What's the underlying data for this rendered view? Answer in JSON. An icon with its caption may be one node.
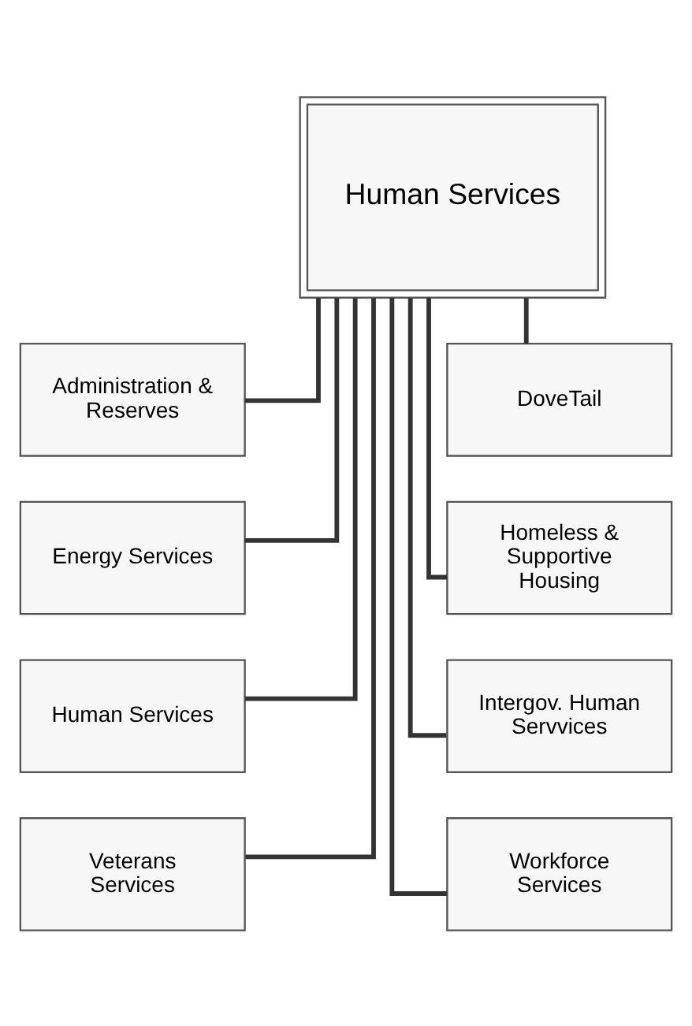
{
  "diagram": {
    "nodes": [
      {
        "text": [
          "Human Services"
        ]
      },
      {
        "text": [
          "Administration & Reserves"
        ]
      },
      {
        "text": [
          "DoveTail"
        ]
      },
      {
        "text": [
          "Energy Services"
        ]
      },
      {
        "text": [
          "Homeless & Supportive Housing"
        ]
      },
      {
        "text": [
          "Human Services"
        ]
      },
      {
        "text": [
          "Intergov. Human Servvices"
        ]
      },
      {
        "text": [
          "Veterans Services"
        ]
      },
      {
        "text": [
          "Workforce Services"
        ]
      }
    ],
    "edges": [
      {
        "from": 0,
        "to": 1,
        "arrow": "none"
      },
      {
        "from": 0,
        "to": 2,
        "arrow": "none"
      },
      {
        "from": 0,
        "to": 3,
        "arrow": "none"
      },
      {
        "from": 0,
        "to": 4,
        "arrow": "none"
      },
      {
        "from": 0,
        "to": 5,
        "arrow": "none"
      },
      {
        "from": 0,
        "to": 6,
        "arrow": "none"
      },
      {
        "from": 0,
        "to": 7,
        "arrow": "none"
      },
      {
        "from": 0,
        "to": 8,
        "arrow": "none"
      }
    ]
  }
}
